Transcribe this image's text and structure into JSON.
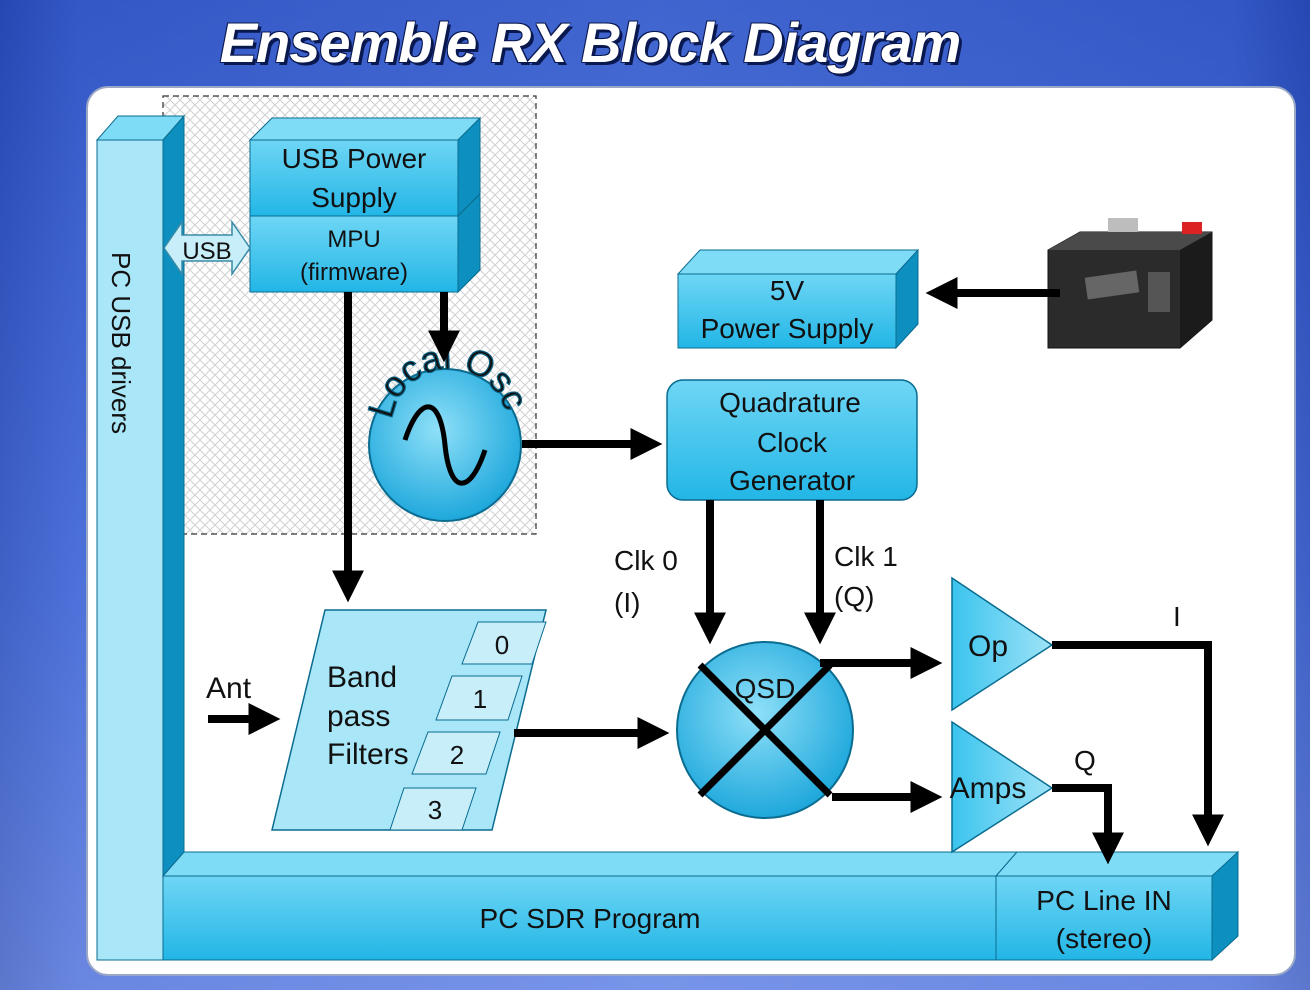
{
  "title": "Ensemble RX Block Diagram",
  "colors": {
    "box_face": "#33c3ee",
    "box_top": "#7fdcf7",
    "box_side": "#0d8fbf",
    "light_face": "#a9e6f8",
    "arrow": "#000000"
  },
  "blocks": {
    "pc_usb_drivers": "PC USB drivers",
    "usb": "USB",
    "usb_power_supply_line1": "USB Power",
    "usb_power_supply_line2": "Supply",
    "mpu_line1": "MPU",
    "mpu_line2": "(firmware)",
    "local_osc": "Local Osc",
    "power_supply_line1": "5V",
    "power_supply_line2": "Power Supply",
    "qcg_line1": "Quadrature",
    "qcg_line2": "Clock",
    "qcg_line3": "Generator",
    "clk0_line1": "Clk 0",
    "clk0_line2": "(I)",
    "clk1_line1": "Clk 1",
    "clk1_line2": "(Q)",
    "bpf_line1": "Band",
    "bpf_line2": "pass",
    "bpf_line3": "Filters",
    "filter_tabs": [
      "0",
      "1",
      "2",
      "3"
    ],
    "ant": "Ant",
    "qsd": "QSD",
    "op": "Op",
    "amps": "Amps",
    "i_label": "I",
    "q_label": "Q",
    "pc_sdr_program": "PC SDR Program",
    "pc_line_in_line1": "PC Line IN",
    "pc_line_in_line2": "(stereo)"
  }
}
